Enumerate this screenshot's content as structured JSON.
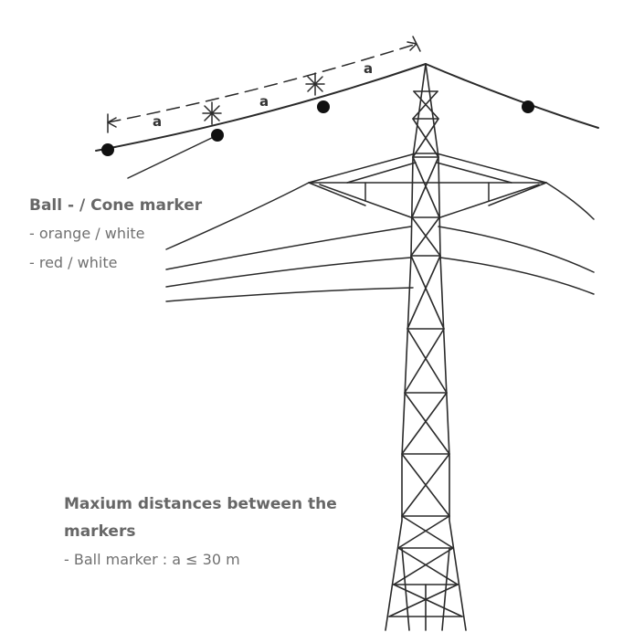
{
  "diagram": {
    "dimension_letter": "a",
    "ink_color": "#2a2a2a",
    "marker_color": "#111111",
    "text_color": "#666666"
  },
  "legend": {
    "heading": "Ball - / Cone marker",
    "options": [
      "- orange / white",
      "- red / white"
    ]
  },
  "distances": {
    "heading_line1": "Maxium distances between the",
    "heading_line2": "markers",
    "rule": "- Ball marker : a ≤ 30 m"
  }
}
